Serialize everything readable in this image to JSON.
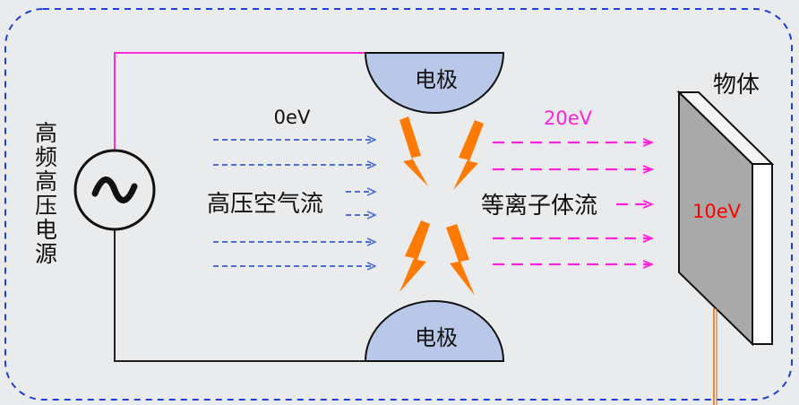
{
  "diagram": {
    "power_source_label": "高频高压电源",
    "electrode_top_label": "电极",
    "electrode_bottom_label": "电极",
    "input_energy_label": "0eV",
    "input_flow_label": "高压空气流",
    "output_energy_label": "20eV",
    "output_flow_label": "等离子体流",
    "object_label": "物体",
    "object_energy_label": "10eV"
  },
  "colors": {
    "background": "#e9ebec",
    "border_dash": "#1f3fd6",
    "wire_top": "#ff2bd6",
    "wire_bottom": "#222222",
    "electrode_fill": "#b9c8e8",
    "input_arrows": "#4a6fd1",
    "output_arrows": "#ff22dd",
    "spark": "#ff7a00",
    "object_front": "#a9a9a9",
    "object_energy_text": "#ff0000",
    "probe_wire": "#e58a3a"
  },
  "icons": {
    "power_source": "ac-sine-icon",
    "spark": "lightning-bolt-icon"
  }
}
